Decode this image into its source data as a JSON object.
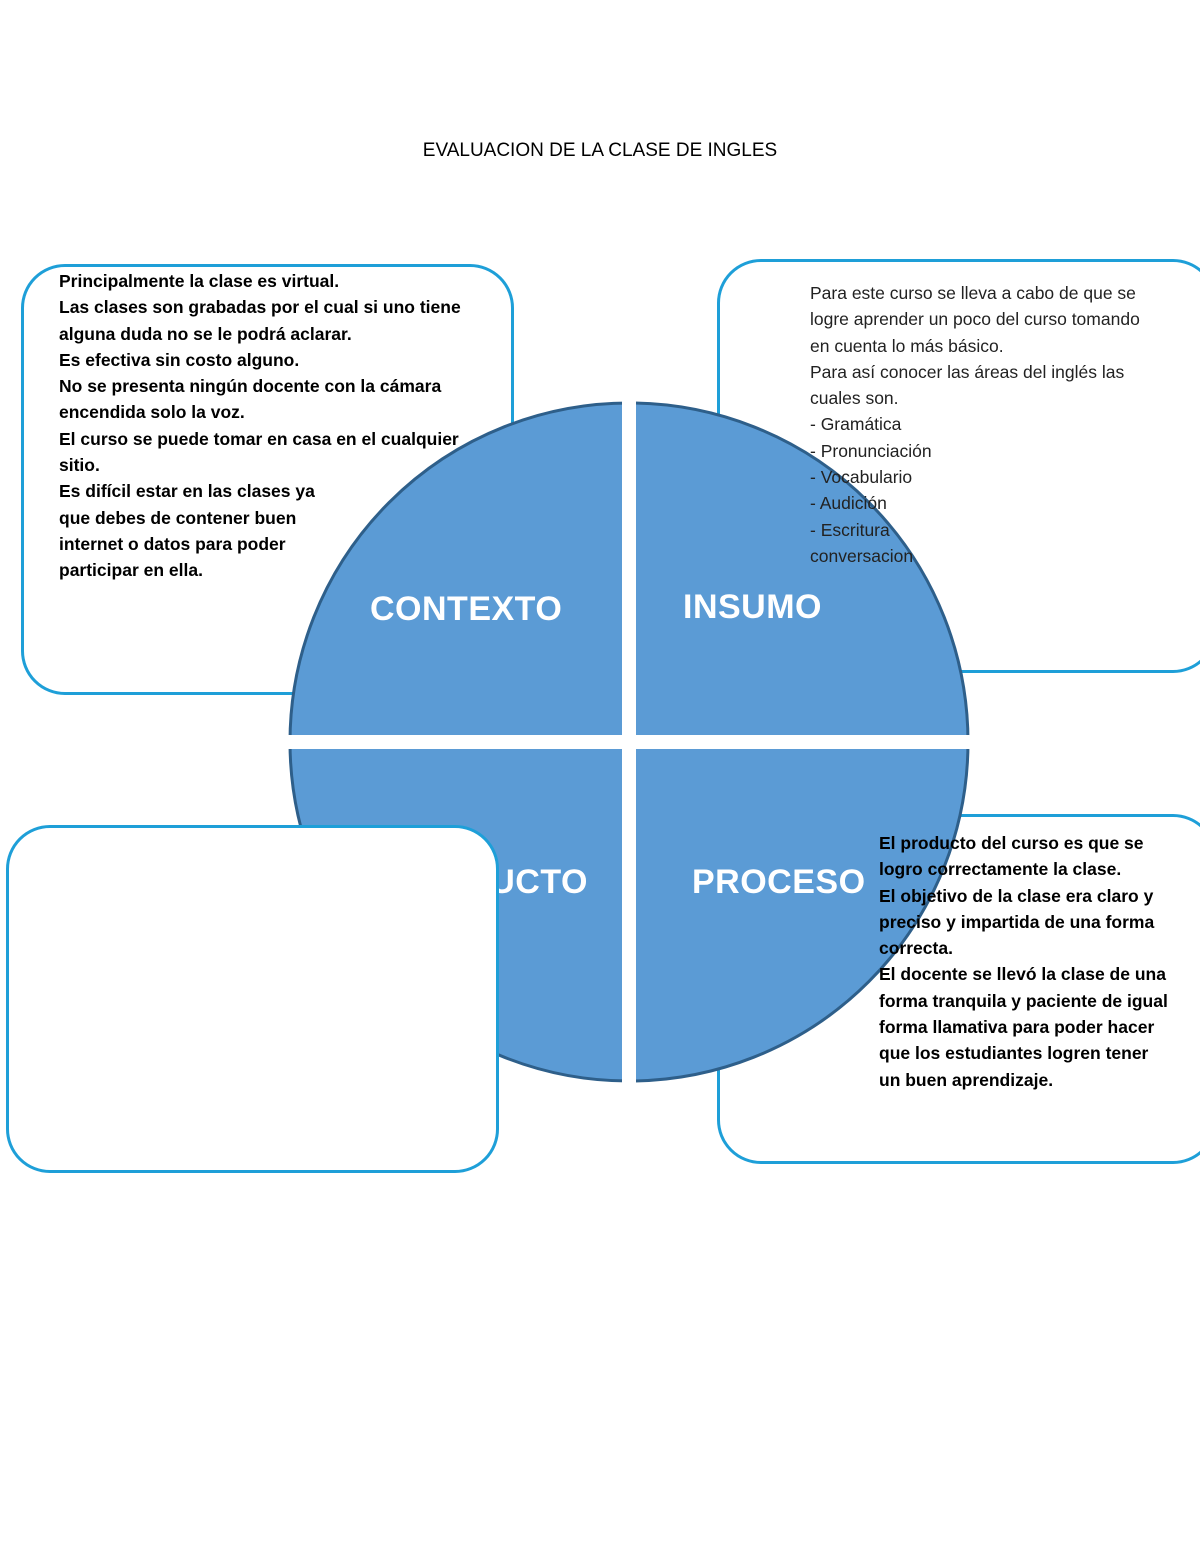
{
  "document": {
    "title": "EVALUACION DE LA CLASE DE INGLES"
  },
  "diagram": {
    "circle_color": "#5b9bd5",
    "circle_border_color": "#2e5f8a",
    "box_border_color": "#1e9fd8",
    "quadrants": {
      "contexto": "CONTEXTO",
      "insumo": "INSUMO",
      "producto": "PRODUCTO",
      "proceso": "PROCESO"
    }
  },
  "boxes": {
    "contexto_text": "Principalmente la clase es virtual.\nLas clases son grabadas por el cual si uno tiene\nalguna duda no se le podrá aclarar.\nEs efectiva sin costo alguno.\nNo se presenta ningún docente con la cámara\nencendida solo la voz.\nEl curso se puede tomar en casa en el cualquier\nsitio.\nEs difícil estar en las clases ya\nque debes de contener buen\ninternet o datos para poder\nparticipar en ella.",
    "insumo_text": "Para este curso se lleva a cabo de que se\nlogre aprender un poco del curso tomando\nen cuenta lo más básico.\nPara así conocer las áreas del inglés las\ncuales son.\n- Gramática\n- Pronunciación\n- Vocabulario\n- Audición\n- Escritura\nconversacion",
    "proceso_text": "El producto del curso es que se\nlogro correctamente la clase.\nEl objetivo de la clase era claro y\npreciso y impartida de una forma\ncorrecta.\nEl docente se llevó la clase  de una\nforma tranquila y paciente de igual\nforma llamativa para poder hacer\nque los estudiantes logren tener\nun buen aprendizaje.",
    "producto_text": ""
  }
}
